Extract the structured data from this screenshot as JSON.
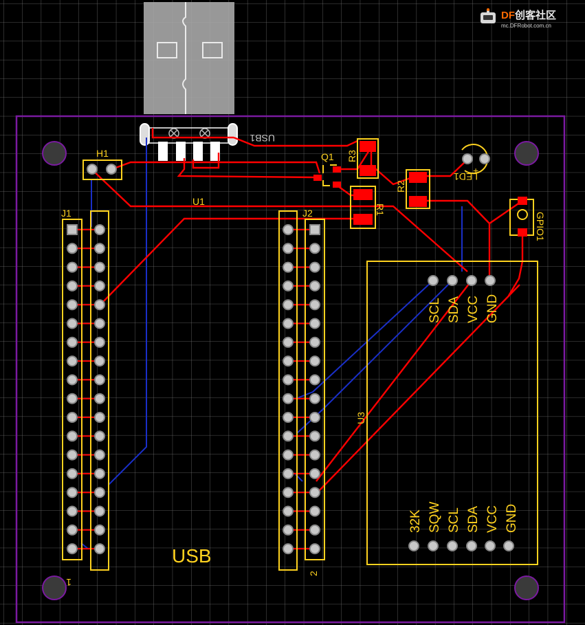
{
  "brand": {
    "df": "DF",
    "cn": "创客社区",
    "url": "mc.DFRobot.com.cn"
  },
  "labels": {
    "usb1": "USB1",
    "h1": "H1",
    "q1": "Q1",
    "r3": "R3",
    "r2": "R2",
    "r1": "R1",
    "led1": "LED1",
    "gpio1": "GPIO1",
    "u1": "U1",
    "j1": "J1",
    "j2": "J2",
    "u3": "U3",
    "usb_text": "USB",
    "pin1": "1",
    "pin2": "2",
    "led_plus": "+"
  },
  "u3_top_pins": [
    "SCL",
    "SDA",
    "VCC",
    "GND"
  ],
  "u3_bottom_pins": [
    "32K",
    "SQW",
    "SCL",
    "SDA",
    "VCC",
    "GND"
  ],
  "colors": {
    "background": "#000000",
    "grid": "#6f6f6f",
    "board_outline": "#7a1aa0",
    "silkscreen": "#ffd21f",
    "top_copper": "#ff0000",
    "bottom_copper": "#1a2fc8",
    "pad_ring": "#c8c8c8",
    "mount_hole": "#3a3a3a"
  }
}
